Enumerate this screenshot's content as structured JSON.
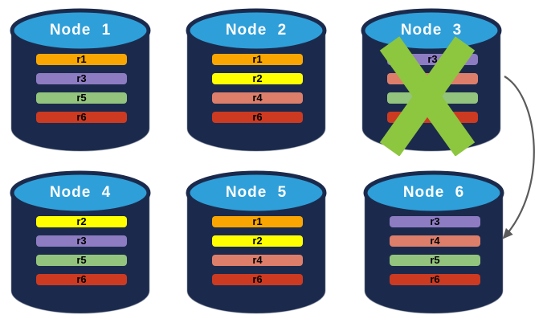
{
  "diagram": {
    "background_color": "#FFFFFF",
    "colors": {
      "cylinder_body": "#1B2A4C",
      "cylinder_top": "#2E9FD9",
      "cylinder_rim": "#1B2A4C",
      "cylinder_edge_highlight": "#7C8597",
      "node_title_text": "#FFFFFF",
      "bar_text": "#000000",
      "failure_x": "#8DC63F",
      "arrow": "#5B5B5B"
    },
    "replica_colors": {
      "r1": "#F9A602",
      "r2": "#FFFF00",
      "r3": "#8E7CC3",
      "r4": "#DD7E6B",
      "r5": "#93C47D",
      "r6": "#CC3A21"
    },
    "nodes": [
      {
        "label": "Node 1",
        "failed": false,
        "bars": [
          {
            "replica": "r1",
            "label": "r1"
          },
          {
            "replica": "r3",
            "label": "r3"
          },
          {
            "replica": "r5",
            "label": "r5"
          },
          {
            "replica": "r6",
            "label": "r6"
          }
        ]
      },
      {
        "label": "Node 2",
        "failed": false,
        "bars": [
          {
            "replica": "r1",
            "label": "r1"
          },
          {
            "replica": "r2",
            "label": "r2"
          },
          {
            "replica": "r4",
            "label": "r4"
          },
          {
            "replica": "r6",
            "label": "r6"
          }
        ]
      },
      {
        "label": "Node 3",
        "failed": true,
        "bars": [
          {
            "replica": "r3",
            "label": "r3"
          },
          {
            "replica": "r4",
            "label": ""
          },
          {
            "replica": "r5",
            "label": ""
          },
          {
            "replica": "r6",
            "label": ""
          }
        ]
      },
      {
        "label": "Node 4",
        "failed": false,
        "bars": [
          {
            "replica": "r2",
            "label": "r2"
          },
          {
            "replica": "r3",
            "label": "r3"
          },
          {
            "replica": "r5",
            "label": "r5"
          },
          {
            "replica": "r6",
            "label": "r6"
          }
        ]
      },
      {
        "label": "Node 5",
        "failed": false,
        "bars": [
          {
            "replica": "r1",
            "label": "r1"
          },
          {
            "replica": "r2",
            "label": "r2"
          },
          {
            "replica": "r4",
            "label": "r4"
          },
          {
            "replica": "r6",
            "label": "r6"
          }
        ]
      },
      {
        "label": "Node 6",
        "failed": false,
        "bars": [
          {
            "replica": "r3",
            "label": "r3"
          },
          {
            "replica": "r4",
            "label": "r4"
          },
          {
            "replica": "r5",
            "label": "r5"
          },
          {
            "replica": "r6",
            "label": "r6"
          }
        ]
      }
    ],
    "arrow": {
      "from": "Node 3",
      "to": "Node 6"
    }
  }
}
